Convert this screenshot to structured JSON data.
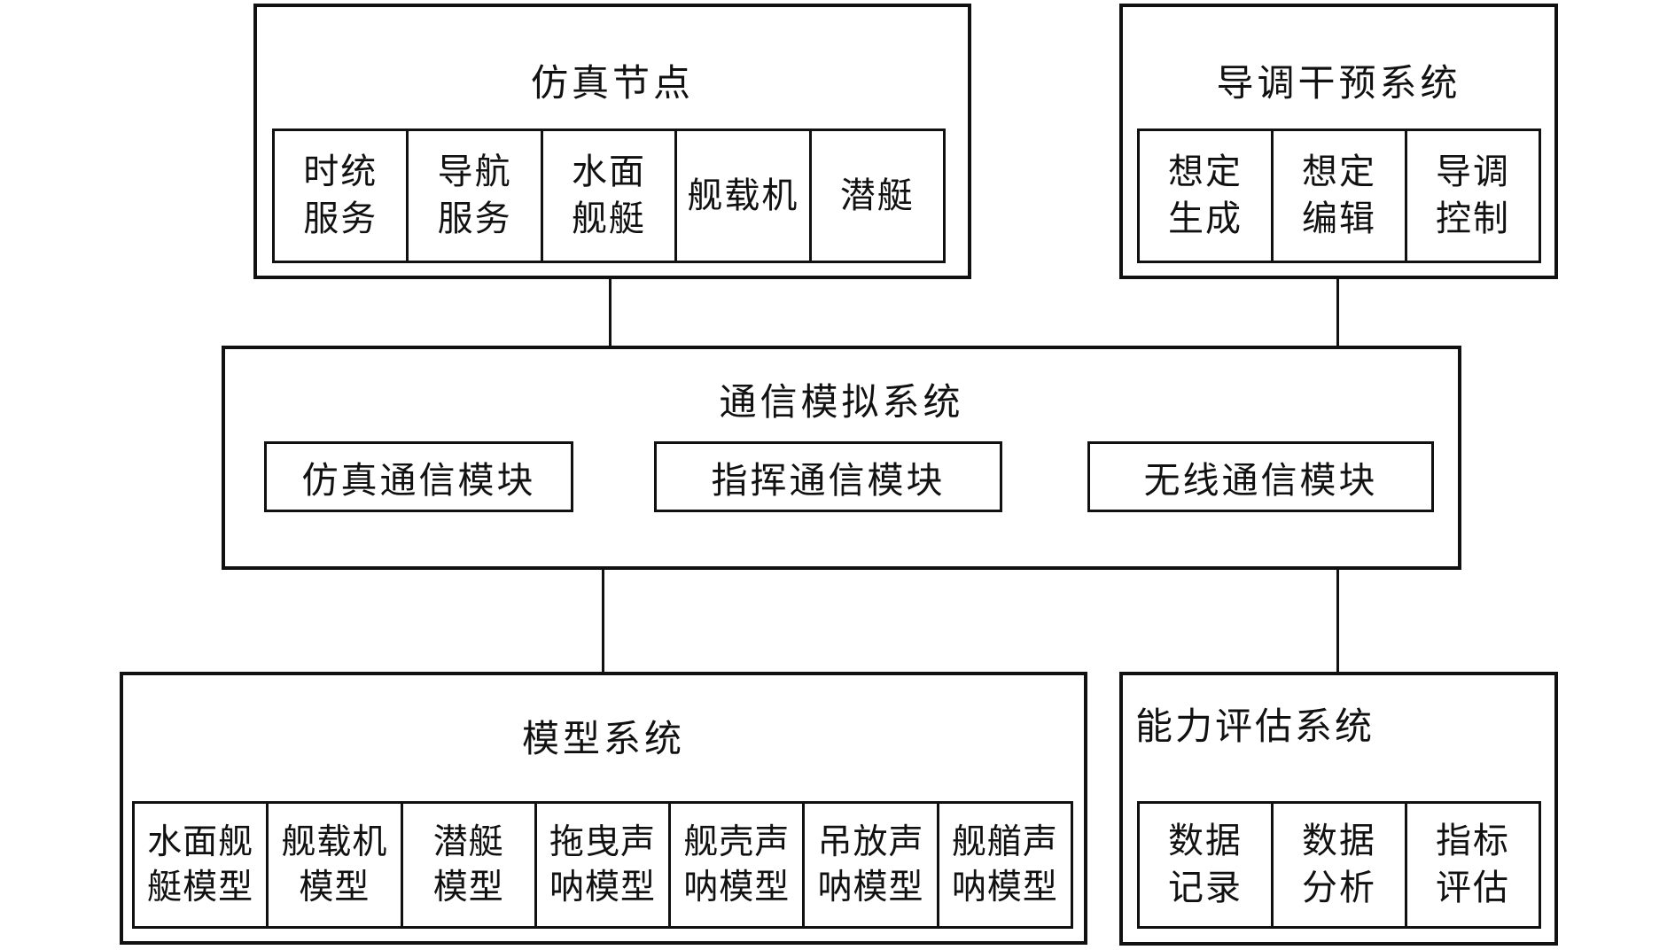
{
  "colors": {
    "line": "#111111",
    "background": "#ffffff",
    "text": "#111111"
  },
  "boxes": {
    "sim_node": {
      "title": "仿真节点",
      "cells": [
        {
          "lines": [
            "时统",
            "服务"
          ]
        },
        {
          "lines": [
            "导航",
            "服务"
          ]
        },
        {
          "lines": [
            "水面",
            "舰艇"
          ]
        },
        {
          "lines": [
            "舰载机"
          ]
        },
        {
          "lines": [
            "潜艇"
          ]
        }
      ]
    },
    "director": {
      "title": "导调干预系统",
      "cells": [
        {
          "lines": [
            "想定",
            "生成"
          ]
        },
        {
          "lines": [
            "想定",
            "编辑"
          ]
        },
        {
          "lines": [
            "导调",
            "控制"
          ]
        }
      ]
    },
    "comm": {
      "title": "通信模拟系统",
      "modules": [
        "仿真通信模块",
        "指挥通信模块",
        "无线通信模块"
      ]
    },
    "model": {
      "title": "模型系统",
      "cells": [
        {
          "lines": [
            "水面舰",
            "艇模型"
          ]
        },
        {
          "lines": [
            "舰载机",
            "模型"
          ]
        },
        {
          "lines": [
            "潜艇",
            "模型"
          ]
        },
        {
          "lines": [
            "拖曳声",
            "呐模型"
          ]
        },
        {
          "lines": [
            "舰壳声",
            "呐模型"
          ]
        },
        {
          "lines": [
            "吊放声",
            "呐模型"
          ]
        },
        {
          "lines": [
            "舰艏声",
            "呐模型"
          ]
        }
      ]
    },
    "evaluation": {
      "title": "能力评估系统",
      "cells": [
        {
          "lines": [
            "数据",
            "记录"
          ]
        },
        {
          "lines": [
            "数据",
            "分析"
          ]
        },
        {
          "lines": [
            "指标",
            "评估"
          ]
        }
      ]
    }
  }
}
